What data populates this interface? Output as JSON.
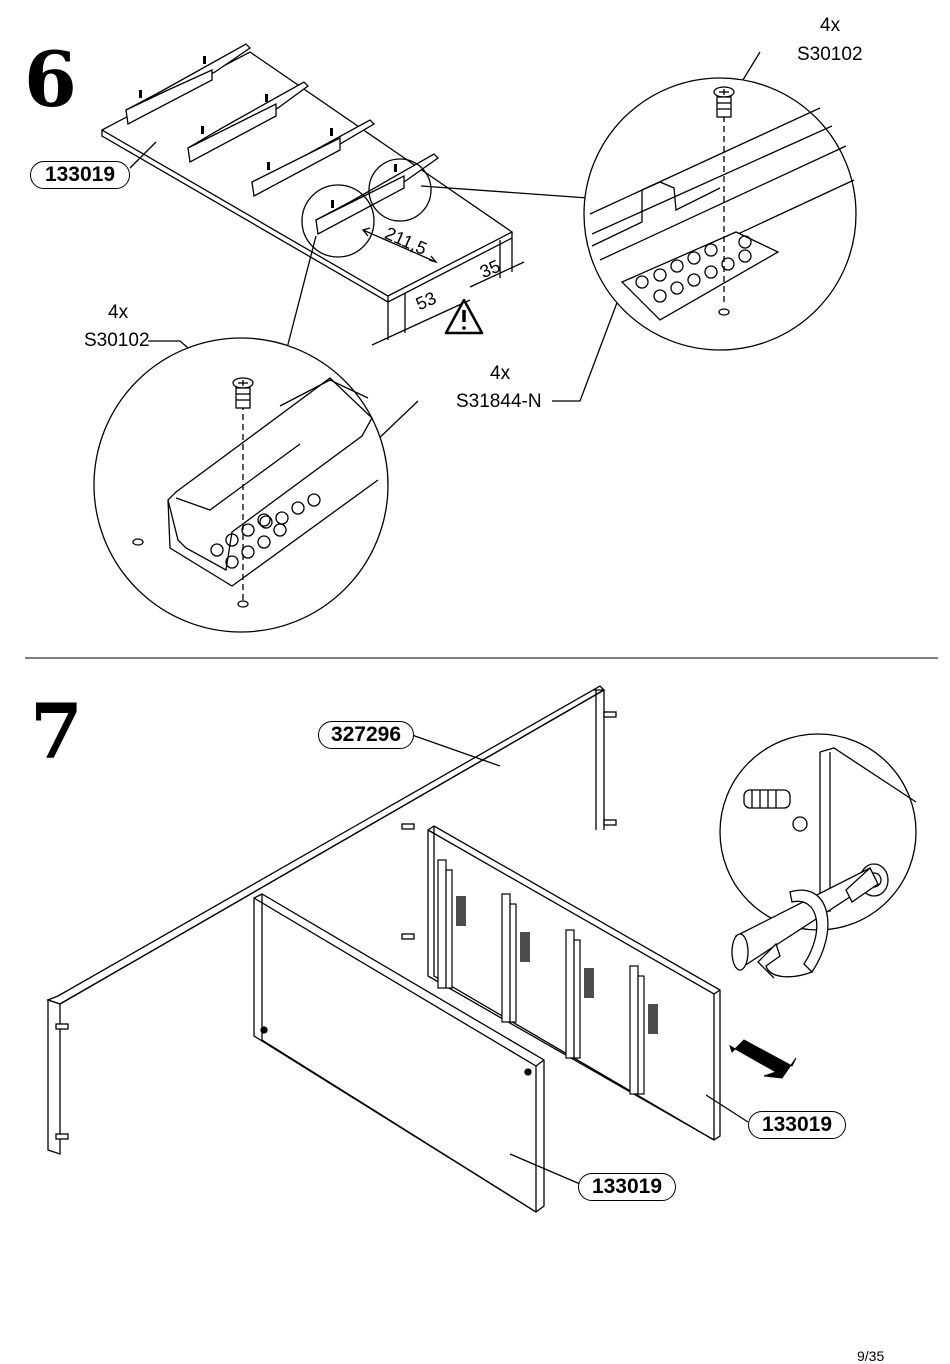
{
  "step6": {
    "number": "6",
    "panel_label": "133019",
    "callout_top_right": {
      "qty": "4x",
      "code": "S30102"
    },
    "callout_left": {
      "qty": "4x",
      "code": "S30102"
    },
    "callout_center": {
      "qty": "4x",
      "code": "S31844-N"
    },
    "dimensions": {
      "d1": "211,5",
      "d2": "35",
      "d3": "53"
    },
    "warning_icon": "warning-triangle-icon"
  },
  "step7": {
    "number": "7",
    "top_panel_label": "327296",
    "right_panel_label": "133019",
    "bottom_panel_label": "133019",
    "icons": [
      "dowel-icon",
      "screwdriver-icon",
      "rotation-arrow-icon",
      "push-arrow-icon"
    ]
  },
  "footer": {
    "page": "9/35"
  }
}
